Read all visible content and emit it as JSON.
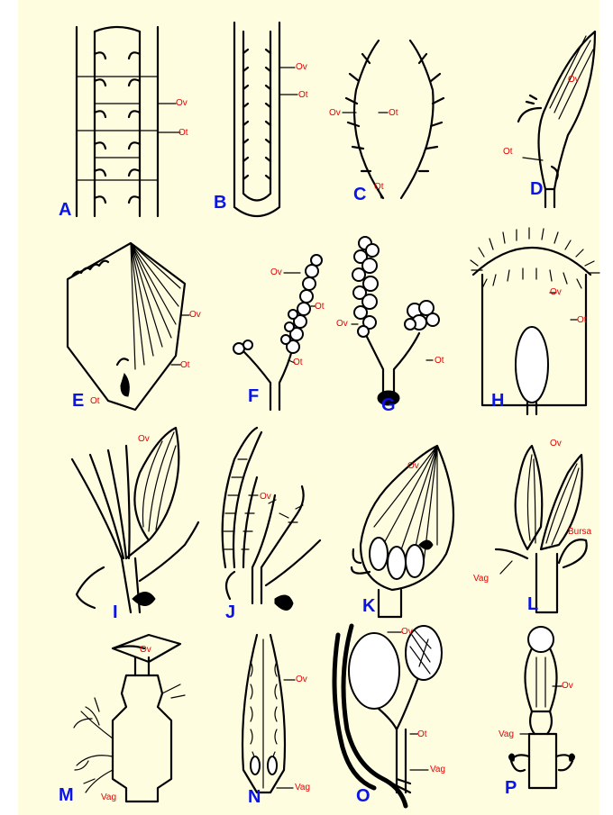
{
  "colors": {
    "background": "#fffde0",
    "panel_letter": "#0a14e6",
    "organ_label": "#e60000",
    "ink": "#000000"
  },
  "panels": {
    "A": {
      "letter": "A",
      "ov": "Ov",
      "ot": "Ot"
    },
    "B": {
      "letter": "B",
      "ov": "Ov",
      "ot": "Ot"
    },
    "C": {
      "letter": "C",
      "ov": "Ov",
      "ot": "Ot",
      "ot2": "Ot"
    },
    "D": {
      "letter": "D",
      "ov": "Ov",
      "ot": "Ot"
    },
    "E": {
      "letter": "E",
      "ov": "Ov",
      "ot": "Ot",
      "ot2": "Ot"
    },
    "F": {
      "letter": "F",
      "ov": "Ov",
      "ot": "Ot",
      "ot2": "Ot"
    },
    "G": {
      "letter": "G",
      "ov": "Ov",
      "ot": "Ot"
    },
    "H": {
      "letter": "H",
      "ov": "Ov",
      "ot": "Ot"
    },
    "I": {
      "letter": "I",
      "ov": "Ov"
    },
    "J": {
      "letter": "J",
      "ov": "Ov"
    },
    "K": {
      "letter": "K",
      "ov": "Ov"
    },
    "L": {
      "letter": "L",
      "ov": "Ov",
      "bursa": "Bursa",
      "vag": "Vag"
    },
    "M": {
      "letter": "M",
      "ov": "Ov",
      "vag": "Vag"
    },
    "N": {
      "letter": "N",
      "ov": "Ov",
      "vag": "Vag"
    },
    "O": {
      "letter": "O",
      "ov": "Ov",
      "ot": "Ot",
      "vag": "Vag"
    },
    "P": {
      "letter": "P",
      "ov": "Ov",
      "vag": "Vag"
    }
  }
}
